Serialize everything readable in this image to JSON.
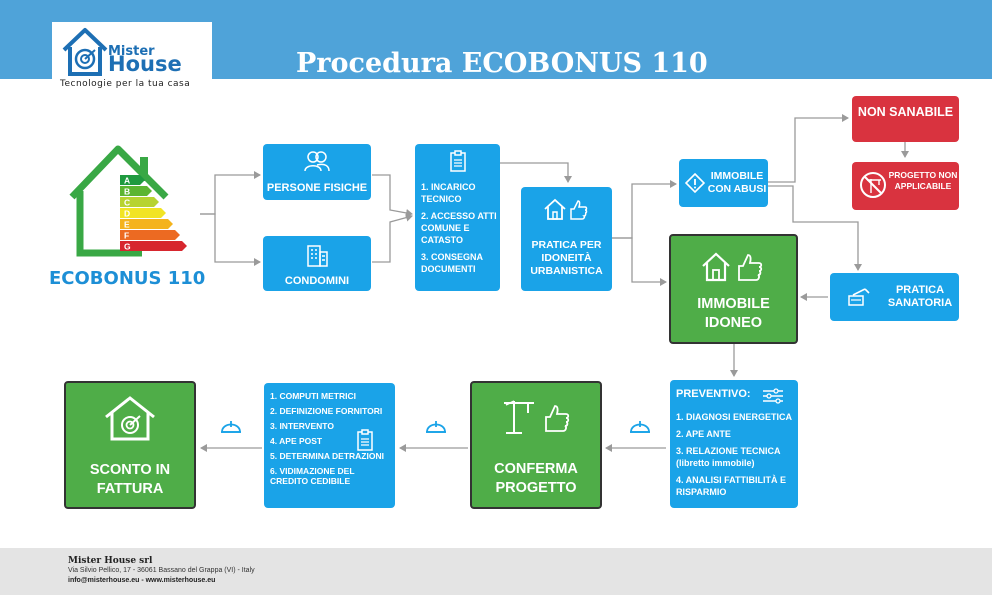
{
  "header": {
    "title": "Procedura ECOBONUS 110",
    "logo_mister": "Mister",
    "logo_house": "House",
    "logo_tagline": "Tecnologie per la tua casa"
  },
  "ecobonus": {
    "label": "ECOBONUS 110",
    "classes": [
      "A",
      "B",
      "C",
      "D",
      "E",
      "F",
      "G"
    ],
    "colors": [
      "#1f9a3f",
      "#5cb531",
      "#b7d330",
      "#f1e424",
      "#f4b31c",
      "#ec6a22",
      "#d7262e"
    ]
  },
  "nodes": {
    "persone_fisiche": "PERSONE FISICHE",
    "condomini": "CONDOMINI",
    "documenti": [
      "1. INCARICO TECNICO",
      "2. ACCESSO ATTI COMUNE E CATASTO",
      "3. CONSEGNA DOCUMENTI"
    ],
    "pratica_idoneita": "PRATICA PER IDONEITÀ URBANISTICA",
    "immobile_abusi": "IMMOBILE CON ABUSI",
    "non_sanabile": "NON SANABILE",
    "progetto_non_applicabile": "PROGETTO NON APPLICABILE",
    "pratica_sanatoria": "PRATICA SANATORIA",
    "immobile_idoneo": "IMMOBILE IDONEO",
    "preventivo_title": "PREVENTIVO:",
    "preventivo": [
      "1. DIAGNOSI ENERGETICA",
      "2. APE ANTE",
      "3. RELAZIONE TECNICA (libretto immobile)",
      "4. ANALISI FATTIBILITÀ E RISPARMIO"
    ],
    "conferma_progetto": "CONFERMA PROGETTO",
    "lavori": [
      "1. COMPUTI METRICI",
      "2. DEFINIZIONE FORNITORI",
      "3. INTERVENTO",
      "4. APE POST",
      "5. DETERMINA DETRAZIONI",
      "6. VIDIMAZIONE DEL CREDITO CEDIBILE"
    ],
    "sconto_fattura": "SCONTO IN FATTURA"
  },
  "colors": {
    "header_blue": "#4fa3d9",
    "box_blue": "#1aa3e8",
    "box_green": "#4fad48",
    "box_red": "#d9333f",
    "arrow_gray": "#9a9a9a"
  },
  "footer": {
    "company": "Mister House srl",
    "address": "Via Silvio Pellico, 17 - 36061 Bassano del Grappa (VI) - Italy",
    "contacts": "info@misterhouse.eu - www.misterhouse.eu"
  }
}
